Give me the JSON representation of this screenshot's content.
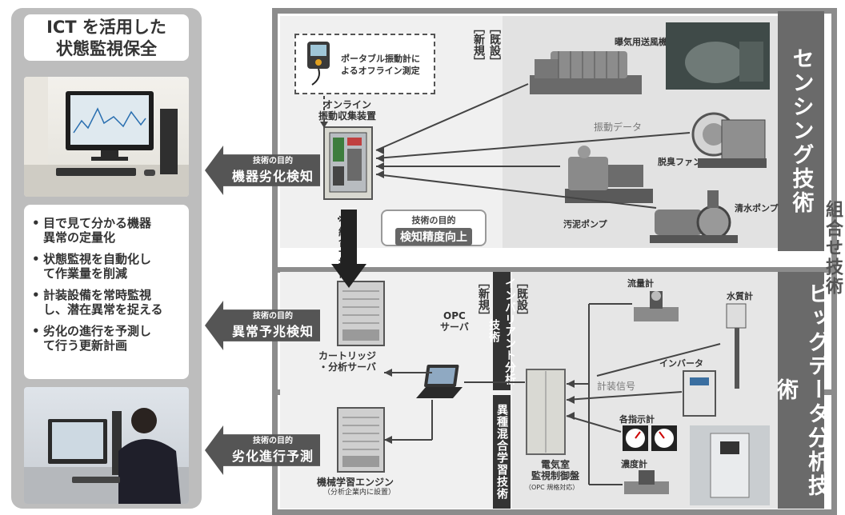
{
  "left": {
    "title": "ICT を活用した\n状態監視保全",
    "bullets": [
      "目で見て分かる機器\n異常の定量化",
      "状態監視を自動化し\nて作業量を削減",
      "計装設備を常時監視\nし、潜在異常を捉える",
      "劣化の進行を予測し\nて行う更新計画"
    ],
    "bullet_mark": "•"
  },
  "right_labels": {
    "sensing": "センシング技術",
    "bigdata": "ビッグデータ分析技術",
    "combo": "組合せ技術"
  },
  "top_section": {
    "new_label": "［新規］",
    "existing_label": "［既設］",
    "portable_text": "ポータブル振動計に\nよるオフライン測定",
    "online_device": "オンライン\n振動収集装置",
    "vibration_data": "振動データ",
    "blower": "曝気用送風機",
    "deodor_fan": "脱臭ファン",
    "sludge_pump": "汚泥ポンプ",
    "water_pump": "清水ポンプ",
    "combo_note": "※組合せ技術",
    "purpose_caption": "技術の目的",
    "purpose_main": "検知精度向上"
  },
  "arrows": [
    {
      "caption": "技術の目的",
      "main": "機器劣化検知"
    },
    {
      "caption": "技術の目的",
      "main": "異常予兆検知"
    },
    {
      "caption": "技術の目的",
      "main": "劣化進行予測"
    }
  ],
  "bottom_section": {
    "new_label": "［新規］",
    "existing_label": "［既設］",
    "invariant": "インバリアント分析技術",
    "hetero": "異種混合学習技術",
    "opc": "OPC\nサーバ",
    "cartridge": "カートリッジ\n・分析サーバ",
    "ml_engine": "機械学習エンジン",
    "ml_note": "（分析企業内に設置）",
    "panel_name": "電気室\n監視制御盤",
    "panel_note": "（OPC 規格対応）",
    "flow_meter": "流量計",
    "water_quality": "水質計",
    "inverter": "インバータ",
    "signal": "計装信号",
    "indicators": "各指示計",
    "density": "濃度計"
  },
  "colors": {
    "dark_grey": "#555555",
    "frame_grey": "#8c8c8c",
    "label_grey": "#6a6a6a"
  }
}
